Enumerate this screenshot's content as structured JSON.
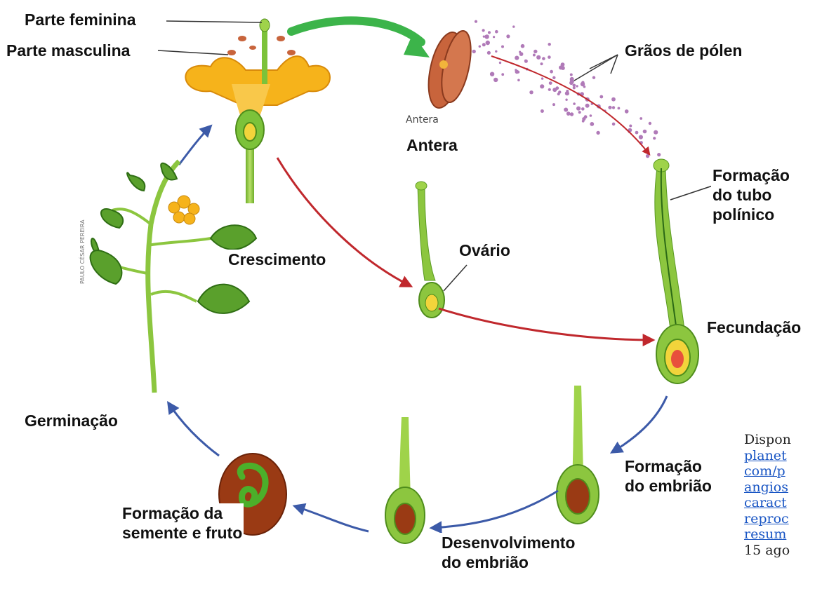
{
  "labels": {
    "female_part": "Parte feminina",
    "male_part": "Parte masculina",
    "pollen_grains": "Grãos de pólen",
    "anther_small": "Antera",
    "anther": "Antera",
    "pollen_tube": "Formação\ndo tubo\npolínico",
    "ovary": "Ovário",
    "growth": "Crescimento",
    "fertilization": "Fecundação",
    "germination": "Germinação",
    "embryo_formation": "Formação\ndo embrião",
    "embryo_development": "Desenvolvimento\ndo embrião",
    "seed_fruit_formation": "Formação da\nsemente e fruto"
  },
  "illustration_credit": "PAULO CÉSAR PEREIRA",
  "source": {
    "intro": "Dispon",
    "link_lines": [
      "planet",
      "com/p",
      "angios",
      "caract",
      "reproc",
      "resum"
    ],
    "date": "15 ago"
  },
  "colors": {
    "petal": "#f6b31b",
    "stem": "#8cc63f",
    "leaf": "#5aa02c",
    "anther": "#c8643c",
    "pollen": "#b07ab8",
    "red_arrow": "#c0282d",
    "blue_arrow": "#3c5aa8",
    "green_arrow": "#3cb44a",
    "seed": "#9a3a14",
    "link": "#1a56c4"
  }
}
